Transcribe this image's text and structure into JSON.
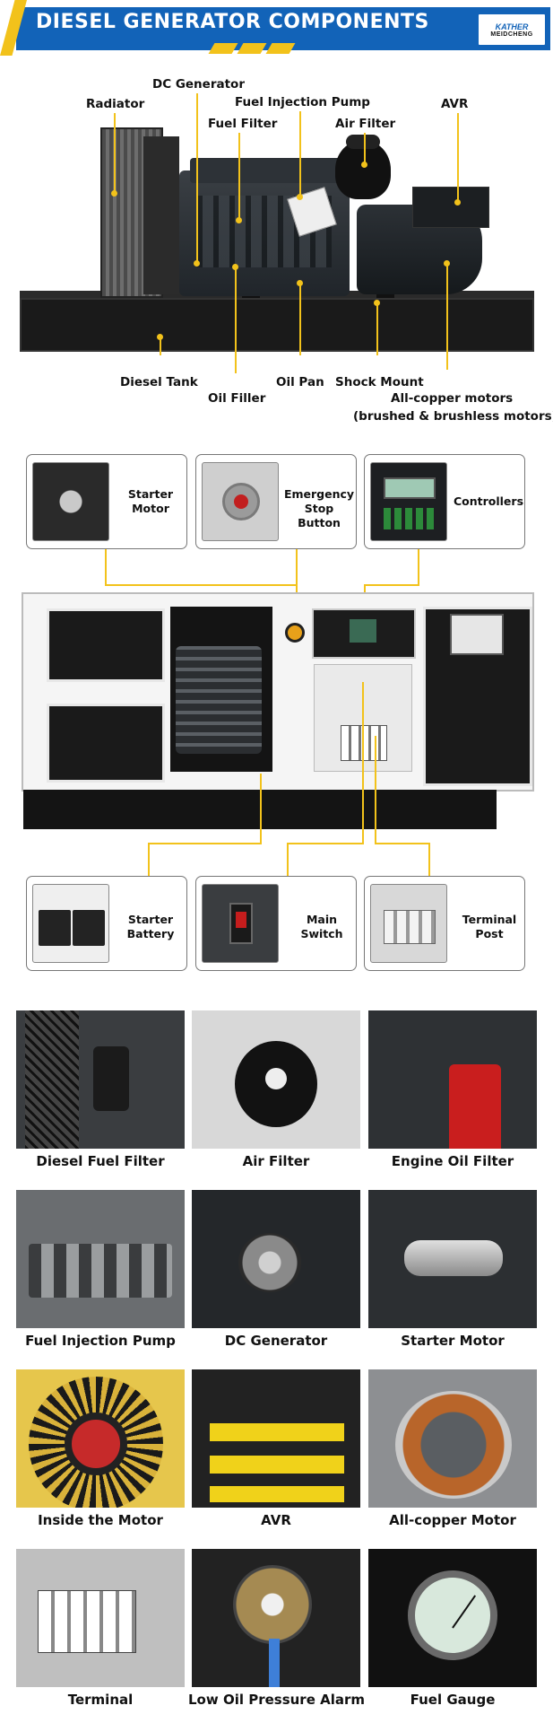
{
  "header": {
    "title": "DIESEL GENERATOR COMPONENTS",
    "logo_top": "KATHER",
    "logo_bottom": "MEIDCHENG"
  },
  "diagram": {
    "labels": {
      "dc_generator": "DC Generator",
      "radiator": "Radiator",
      "fuel_injection_pump": "Fuel Injection Pump",
      "fuel_filter": "Fuel Filter",
      "air_filter": "Air Filter",
      "avr": "AVR",
      "diesel_tank": "Diesel Tank",
      "oil_filler": "Oil Filler",
      "oil_pan": "Oil Pan",
      "shock_mount": "Shock Mount",
      "motors_line1": "All-copper motors",
      "motors_line2": "(brushed & brushless motors)"
    }
  },
  "panel_cards": {
    "top": [
      {
        "label": "Starter\nMotor"
      },
      {
        "label": "Emergency\nStop Button"
      },
      {
        "label": "Controllers"
      }
    ],
    "bottom": [
      {
        "label": "Starter\nBattery"
      },
      {
        "label": "Main\nSwitch"
      },
      {
        "label": "Terminal\nPost"
      }
    ]
  },
  "photo_grid": [
    {
      "caption": "Diesel Fuel Filter"
    },
    {
      "caption": "Air Filter"
    },
    {
      "caption": "Engine Oil Filter"
    },
    {
      "caption": "Fuel Injection Pump"
    },
    {
      "caption": "DC Generator"
    },
    {
      "caption": "Starter Motor"
    },
    {
      "caption": "Inside the Motor"
    },
    {
      "caption": "AVR"
    },
    {
      "caption": "All-copper Motor"
    },
    {
      "caption": "Terminal"
    },
    {
      "caption": "Low Oil Pressure Alarm"
    },
    {
      "caption": "Fuel Gauge"
    }
  ],
  "colors": {
    "header_blue": "#1263b8",
    "accent_yellow": "#f2c21b"
  }
}
